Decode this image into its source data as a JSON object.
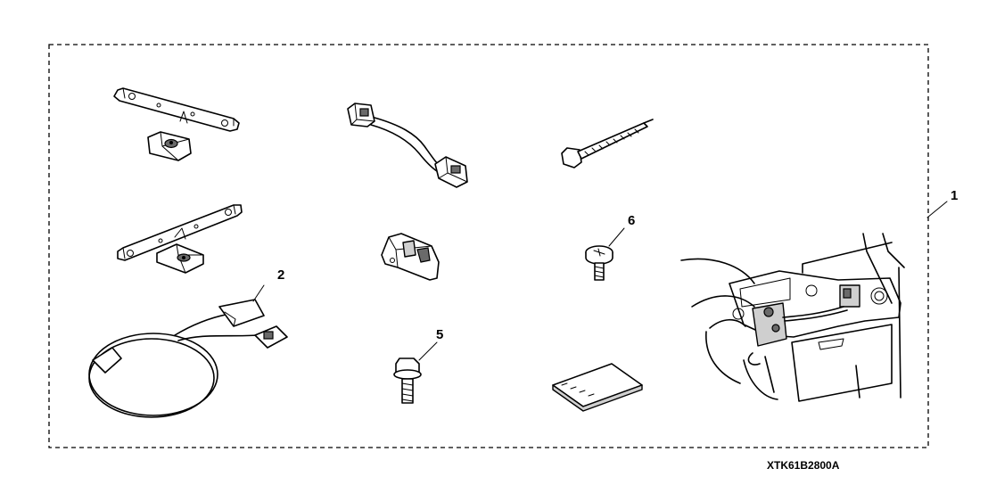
{
  "callouts": {
    "kit": "1",
    "harness": "2",
    "bolt": "5",
    "screw": "6"
  },
  "drawing_code": "XTK61B2800A",
  "colors": {
    "ink": "#000000",
    "paper": "#ffffff",
    "shade": "#cfcfcf"
  }
}
